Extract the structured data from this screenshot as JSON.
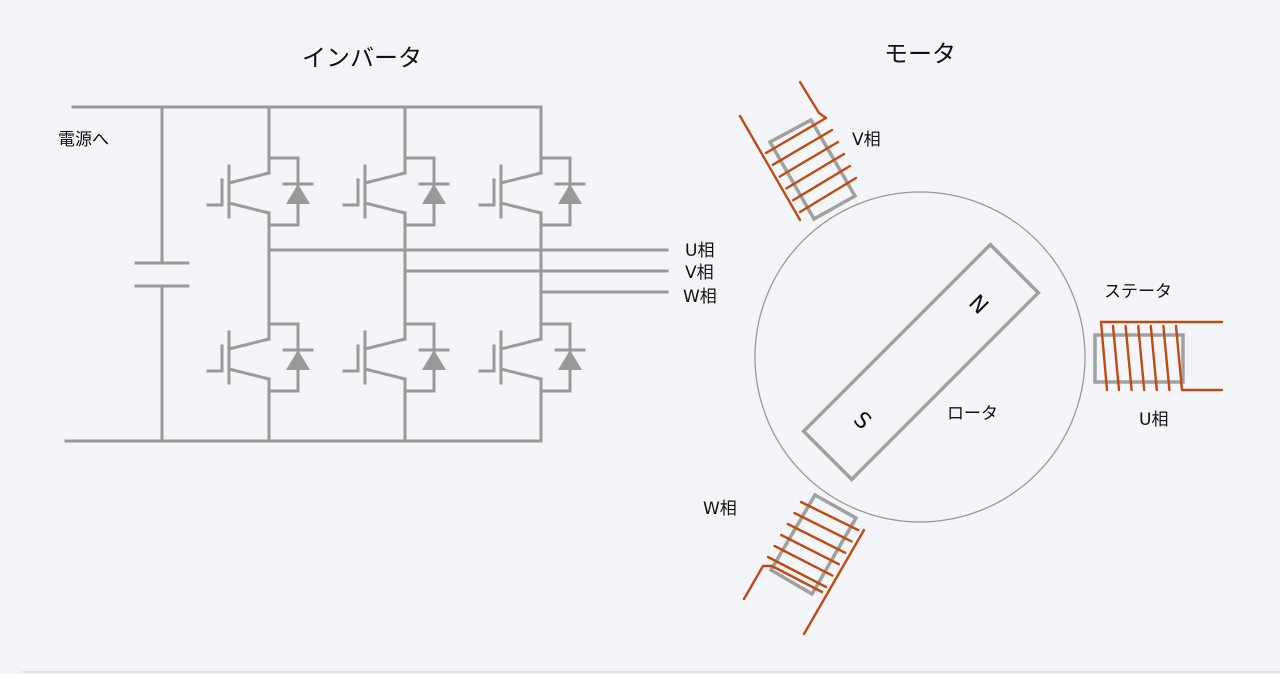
{
  "inverter": {
    "title": "インバータ",
    "power_label": "電源へ",
    "phase_outputs": [
      "U相",
      "V相",
      "W相"
    ],
    "legs": 3,
    "switches_per_leg": 2
  },
  "motor": {
    "title": "モータ",
    "rotor_label": "ロータ",
    "stator_label": "ステータ",
    "north_label": "N",
    "south_label": "S",
    "coils": {
      "u": "U相",
      "v": "V相",
      "w": "W相"
    },
    "windings_per_coil": 6
  },
  "colors": {
    "wire": "#999999",
    "coil": "#bf4a12",
    "background": "#f4f5f9",
    "text": "#111111"
  }
}
